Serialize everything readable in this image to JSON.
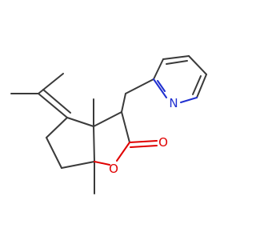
{
  "colors": {
    "carbon_bond": "#3a3a3a",
    "oxygen": "#e00000",
    "nitrogen": "#2030d0",
    "background": "#ffffff"
  },
  "atoms": {
    "ring_oxygen": "O",
    "carbonyl_oxygen": "O",
    "pyridine_nitrogen": "N"
  }
}
